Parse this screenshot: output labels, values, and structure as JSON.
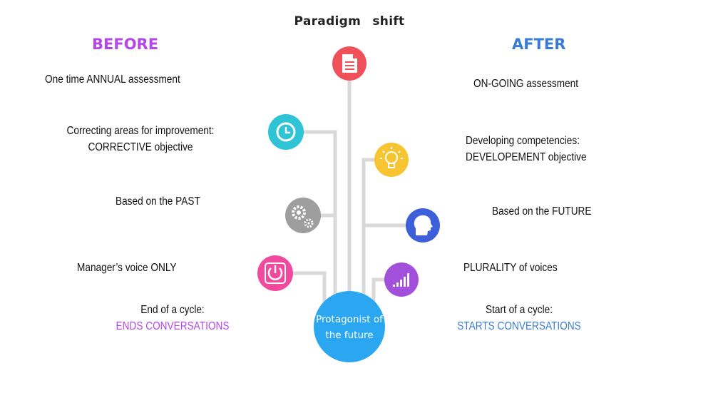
{
  "title": "Paradigm shift",
  "before": {
    "heading": "BEFORE",
    "items": [
      {
        "line1": "One time ANNUAL assessment"
      },
      {
        "line1": "Correcting areas for improvement:",
        "line2": "CORRECTIVE objective"
      },
      {
        "line1": "Based on the PAST"
      },
      {
        "line1": "Manager’s voice ONLY"
      },
      {
        "line1": "End of a cycle:",
        "line2": "ENDS CONVERSATIONS"
      }
    ]
  },
  "after": {
    "heading": "AFTER",
    "items": [
      {
        "line1": "ON-GOING assessment"
      },
      {
        "line1": "Developing competencies:",
        "line2": "DEVELOPEMENT objective"
      },
      {
        "line1": "Based on the FUTURE"
      },
      {
        "line1": "PLURALITY of voices"
      },
      {
        "line1": "Start of a cycle:",
        "line2": "STARTS CONVERSATIONS"
      }
    ]
  },
  "hub": {
    "line1": "Protagonist of",
    "line2": "the future"
  },
  "icons": [
    {
      "name": "document-icon",
      "color": "#f0505a"
    },
    {
      "name": "clock-icon",
      "color": "#2ec4d6"
    },
    {
      "name": "lightbulb-icon",
      "color": "#f7c531"
    },
    {
      "name": "gears-icon",
      "color": "#9e9e9e"
    },
    {
      "name": "head-icon",
      "color": "#3d5fd9"
    },
    {
      "name": "power-icon",
      "color": "#f0499e"
    },
    {
      "name": "signal-bars-icon",
      "color": "#a24fdb"
    }
  ],
  "colors": {
    "before_heading": "#b347e8",
    "after_heading": "#3a7bd5",
    "hub": "#2aa7f0",
    "connector": "#d9d9d9"
  }
}
